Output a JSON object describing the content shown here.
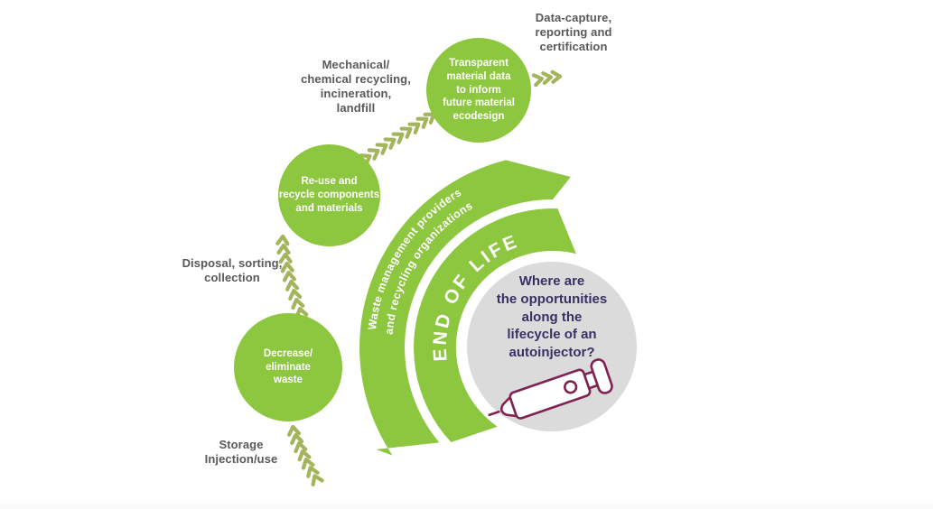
{
  "title": "Autoinjector lifecycle diagram",
  "colors": {
    "green": "#8DC63F",
    "chevron_olive": "#A3B55C",
    "gray_circle": "#DBDBDB",
    "stage_label_text": "#58595B",
    "question_text": "#3A3064",
    "injector_stroke": "#7E2352",
    "arc_text": "#FFFFFF"
  },
  "stage_labels": {
    "data_capture": {
      "lines": [
        "Data-capture,",
        "reporting and",
        "certification"
      ]
    },
    "mechanical": {
      "lines": [
        "Mechanical/",
        "chemical recycling,",
        "incineration,",
        "landfill"
      ]
    },
    "disposal": {
      "lines": [
        "Disposal, sorting,",
        "collection"
      ]
    },
    "storage": {
      "lines": [
        "Storage",
        "Injection/use"
      ]
    }
  },
  "bubbles": {
    "transparent": {
      "lines": [
        "Transparent",
        "material data",
        "to inform",
        "future material",
        "ecodesign"
      ]
    },
    "reuse": {
      "lines": [
        "Re-use and",
        "recycle components",
        "and materials"
      ]
    },
    "decrease": {
      "lines": [
        "Decrease/",
        "eliminate",
        "waste"
      ]
    }
  },
  "arc": {
    "provider_line1": "Waste management providers",
    "provider_line2": "and recycling organizations",
    "phase": "END OF LIFE"
  },
  "question": {
    "lines": [
      "Where are",
      "the opportunities",
      "along the",
      "lifecycle of an",
      "autoinjector?"
    ]
  },
  "icons": {
    "autoinjector": "autoinjector-icon",
    "chevron": "chevron-arrow-icon"
  }
}
